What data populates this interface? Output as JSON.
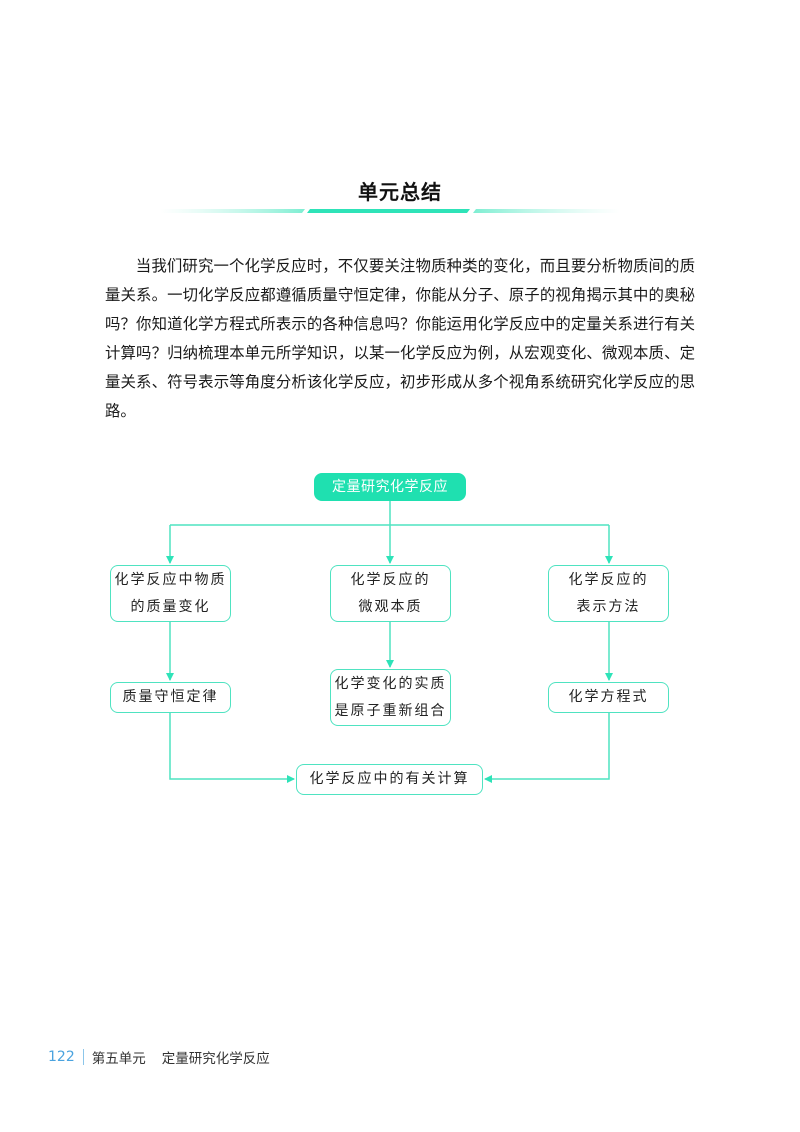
{
  "page": {
    "title": "单元总结",
    "paragraph": "当我们研究一个化学反应时，不仅要关注物质种类的变化，而且要分析物质间的质量关系。一切化学反应都遵循质量守恒定律，你能从分子、原子的视角揭示其中的奥秘吗？你知道化学方程式所表示的各种信息吗？你能运用化学反应中的定量关系进行有关计算吗？归纳梳理本单元所学知识，以某一化学反应为例，从宏观变化、微观本质、定量关系、符号表示等角度分析该化学反应，初步形成从多个视角系统研究化学反应的思路。"
  },
  "diagram": {
    "root": "定量研究化学反应",
    "level1": [
      {
        "line1": "化学反应中物质",
        "line2": "的质量变化"
      },
      {
        "line1": "化学反应的",
        "line2": "微观本质"
      },
      {
        "line1": "化学反应的",
        "line2": "表示方法"
      }
    ],
    "level2": [
      {
        "line1": "质量守恒定律"
      },
      {
        "line1": "化学变化的实质",
        "line2": "是原子重新组合"
      },
      {
        "line1": "化学方程式"
      }
    ],
    "result": "化学反应中的有关计算",
    "accent_color": "#1fe0b0"
  },
  "footer": {
    "page_number": "122",
    "unit": "第五单元",
    "unit_title": "定量研究化学反应"
  }
}
